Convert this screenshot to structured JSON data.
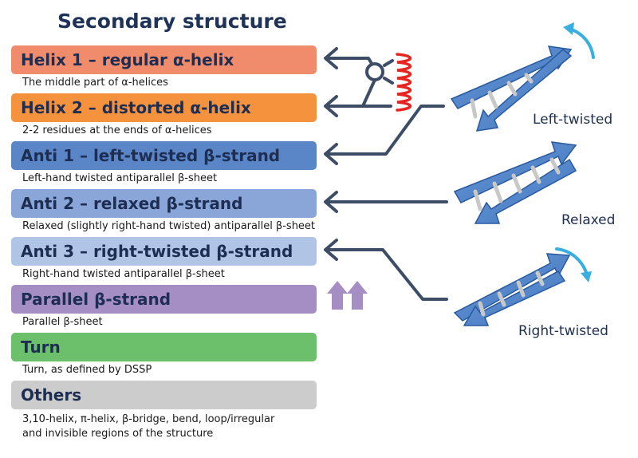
{
  "title": "Secondary structure",
  "categories": [
    {
      "label": "Helix 1 – regular α-helix",
      "description": "The middle part of α-helices",
      "color": "#f08c6c"
    },
    {
      "label": "Helix 2 – distorted α-helix",
      "description": "2-2 residues at the ends of α-helices",
      "color": "#f5923e"
    },
    {
      "label": "Anti 1 – left-twisted β-strand",
      "description": "Left-hand twisted antiparallel β-sheet",
      "color": "#5a85c6"
    },
    {
      "label": "Anti 2 – relaxed β-strand",
      "description": "Relaxed (slightly right-hand twisted) antiparallel β-sheet",
      "color": "#8aa6d8"
    },
    {
      "label": "Anti 3 – right-twisted β-strand",
      "description": "Right-hand twisted antiparallel β-sheet",
      "color": "#b0c4e6"
    },
    {
      "label": "Parallel β-strand",
      "description": "Parallel β-sheet",
      "color": "#a48ec4"
    },
    {
      "label": "Turn",
      "description": "Turn, as defined by DSSP",
      "color": "#6cbf6b"
    },
    {
      "label": "Others",
      "description": "3,10-helix, π-helix, β-bridge, bend, loop/irregular\nand invisible regions of the structure",
      "color": "#cccccc"
    }
  ],
  "sheet_labels": {
    "left": "Left-twisted",
    "relaxed": "Relaxed",
    "right": "Right-twisted"
  },
  "colors": {
    "connector": "#3e4d66",
    "strand": "#4b80c8",
    "strand_edge": "#2a5a9e",
    "helix": "#e52521",
    "twist_arrow": "#39aee0",
    "parallel_arrows": "#a48ec4"
  }
}
